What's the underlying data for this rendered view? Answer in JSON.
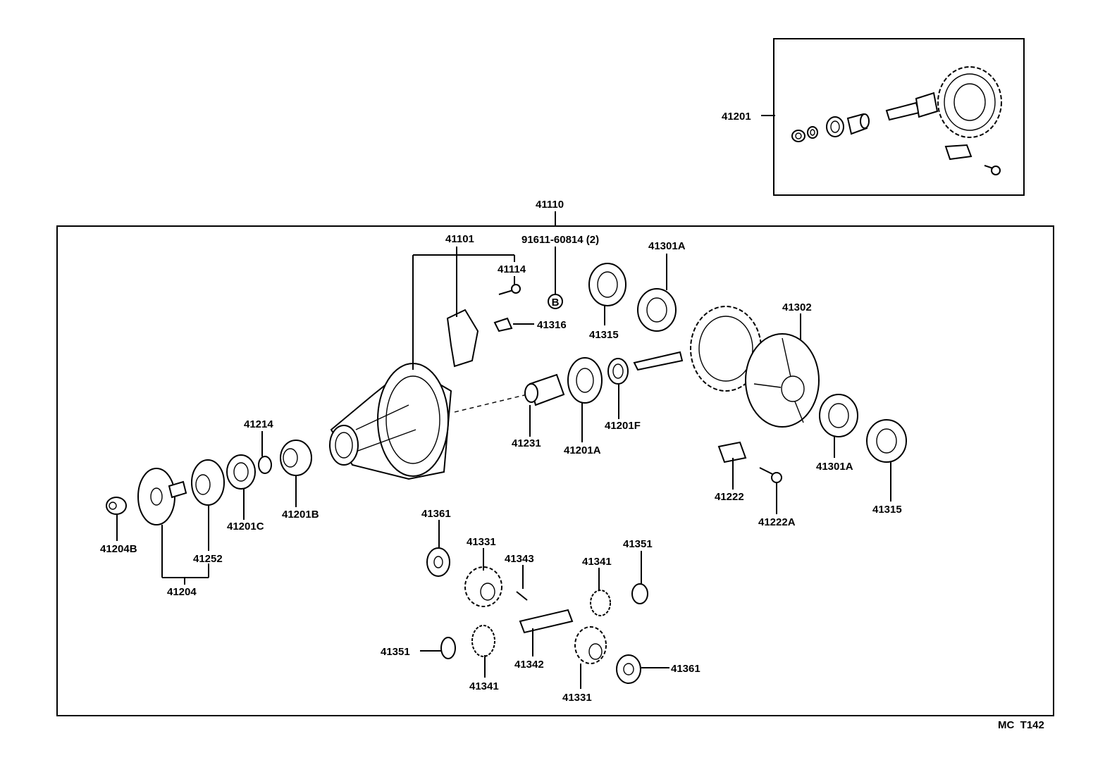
{
  "diagram": {
    "code": "MC  T142",
    "circle_marker": "B",
    "labels": {
      "l41201": "41201",
      "l41110": "41110",
      "l41101": "41101",
      "l91611": "91611-60814 (2)",
      "l41301A_top": "41301A",
      "l41114": "41114",
      "l41316": "41316",
      "l41315_top": "41315",
      "l41302": "41302",
      "l41214": "41214",
      "l41231": "41231",
      "l41201A": "41201A",
      "l41201F": "41201F",
      "l41201B": "41201B",
      "l41201C": "41201C",
      "l41252": "41252",
      "l41204B": "41204B",
      "l41204": "41204",
      "l41222": "41222",
      "l41222A": "41222A",
      "l41301A_bot": "41301A",
      "l41315_bot": "41315",
      "l41361_top": "41361",
      "l41331_top": "41331",
      "l41343": "41343",
      "l41341_top": "41341",
      "l41351_top": "41351",
      "l41351_bot": "41351",
      "l41341_bot": "41341",
      "l41342": "41342",
      "l41331_bot": "41331",
      "l41361_bot": "41361"
    }
  }
}
